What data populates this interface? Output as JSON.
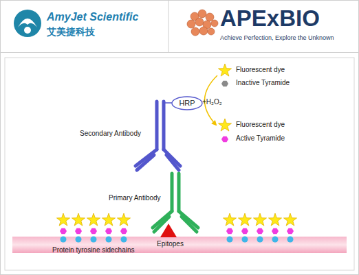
{
  "diagram": {
    "nodes": [
      {
        "text": [
          "HRP"
        ]
      }
    ],
    "labels": [
      "AmyJet Scientific",
      "艾美捷科技",
      "APExBIO",
      "Achieve Perfection, Explore the Unknown",
      "Fluorescent dye",
      "Inactive Tyramide",
      "+H₂O₂",
      "Fluorescent dye",
      "Active Tyramide",
      "Secondary Antibody",
      "Primary Antibody",
      "Epitopes",
      "Protein tyrosine sidechains"
    ]
  }
}
